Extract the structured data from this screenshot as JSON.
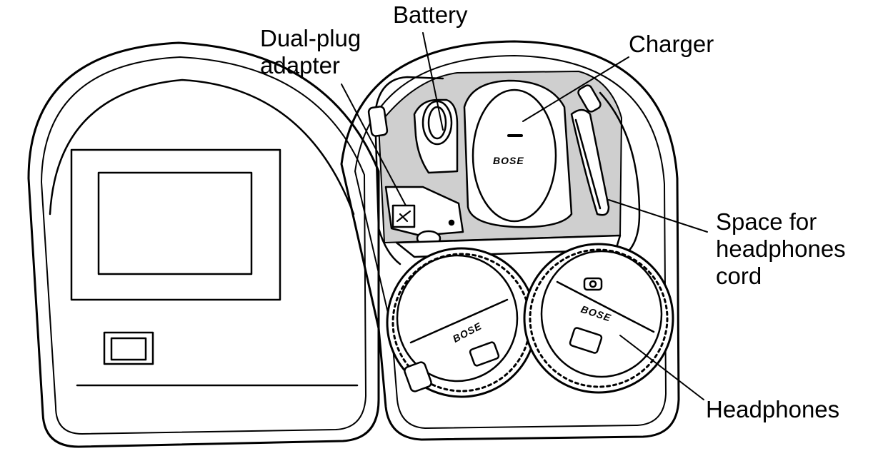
{
  "diagram": {
    "callouts": {
      "battery": "Battery",
      "dual_plug_line1": "Dual-plug",
      "dual_plug_line2": "adapter",
      "charger": "Charger",
      "cord_line1": "Space for",
      "cord_line2": "headphones",
      "cord_line3": "cord",
      "headphones": "Headphones"
    },
    "brand": {
      "charger": "BOSE",
      "left_cup": "BOSE",
      "right_cup": "BOSE"
    },
    "colors": {
      "line": "#000000",
      "tray_fill": "#cfcfcf",
      "background": "#ffffff"
    }
  }
}
